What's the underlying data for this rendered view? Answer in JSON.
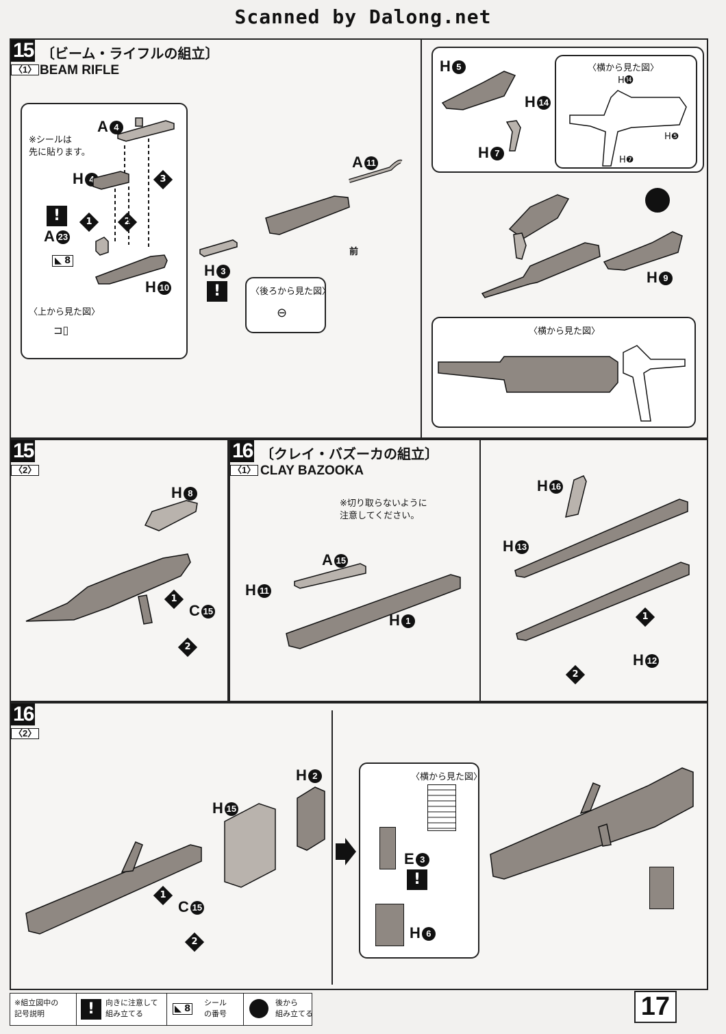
{
  "header": {
    "scan_credit": "Scanned by Dalong.net"
  },
  "step15_1": {
    "num": "15",
    "sub": "〈1〉",
    "title_jp": "〔ビーム・ライフルの組立〕",
    "title_en": "BEAM RIFLE",
    "note_seal": "※シールは\n先に貼ります。",
    "view_top": "〈上から見た図〉",
    "view_back": "〈後ろから見た図〉",
    "view_side": "〈横から見た図〉",
    "front": "前",
    "seal_no": "8",
    "parts": {
      "a4": "A",
      "a4n": "4",
      "h4": "H",
      "h4n": "4",
      "a23": "A",
      "a23n": "23",
      "h10": "H",
      "h10n": "10",
      "a11": "A",
      "a11n": "11",
      "h3": "H",
      "h3n": "3",
      "h5": "H",
      "h5n": "5",
      "h14": "H",
      "h14n": "14",
      "h7": "H",
      "h7n": "7",
      "h9": "H",
      "h9n": "9"
    },
    "inset_labels": {
      "h14": "H⓮",
      "h5": "H❺",
      "h7": "H❼"
    },
    "steps": [
      "1",
      "2",
      "3"
    ]
  },
  "step15_2": {
    "num": "15",
    "sub": "〈2〉",
    "parts": {
      "h8": "H",
      "h8n": "8",
      "c15": "C",
      "c15n": "15"
    },
    "steps": [
      "1",
      "2"
    ]
  },
  "step16_1": {
    "num": "16",
    "sub": "〈1〉",
    "title_jp": "〔クレイ・バズーカの組立〕",
    "title_en": "CLAY BAZOOKA",
    "note_cut": "※切り取らないように\n注意してください。",
    "parts": {
      "a15": "A",
      "a15n": "15",
      "h11": "H",
      "h11n": "11",
      "h1": "H",
      "h1n": "1",
      "h16": "H",
      "h16n": "16",
      "h13": "H",
      "h13n": "13",
      "h12": "H",
      "h12n": "12"
    },
    "steps": [
      "1",
      "2"
    ]
  },
  "step16_2": {
    "num": "16",
    "sub": "〈2〉",
    "view_side": "〈横から見た図〉",
    "parts": {
      "h2": "H",
      "h2n": "2",
      "h15": "H",
      "h15n": "15",
      "c15": "C",
      "c15n": "15",
      "e3": "E",
      "e3n": "3",
      "h6": "H",
      "h6n": "6"
    },
    "steps": [
      "1",
      "2"
    ]
  },
  "legend": {
    "title": "※組立図中の\n記号説明",
    "item1": "向きに注意して\n組み立てる",
    "item2_no": "8",
    "item2": "シール\nの番号",
    "item3": "後から\n組み立てる"
  },
  "page_number": "17"
}
